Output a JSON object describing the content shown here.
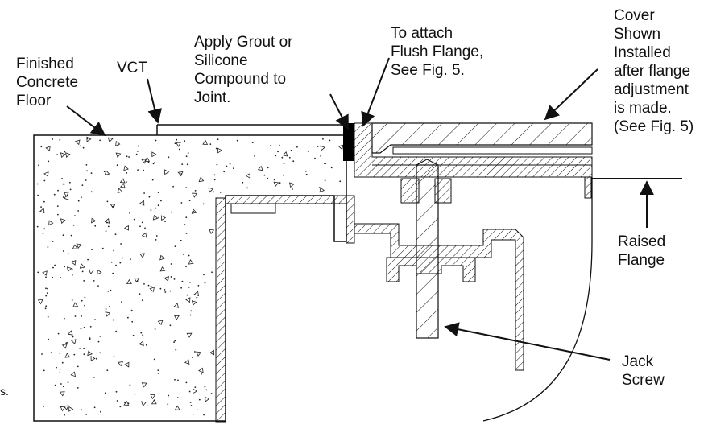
{
  "labels": {
    "finished_concrete_floor": "Finished\nConcrete\nFloor",
    "vct": "VCT",
    "apply_grout": "Apply Grout or\nSilicone\nCompound to\nJoint.",
    "to_attach": "To attach\nFlush Flange,\nSee Fig. 5.",
    "cover_shown": "Cover\nShown\nInstalled\nafter flange\nadjustment\nis made.\n(See Fig. 5)",
    "raised_flange": "Raised\nFlange",
    "jack_screw": "Jack\nScrew",
    "cut_off_text": "s."
  },
  "colors": {
    "line": "#111111",
    "grout": "#000000",
    "background": "#ffffff"
  }
}
